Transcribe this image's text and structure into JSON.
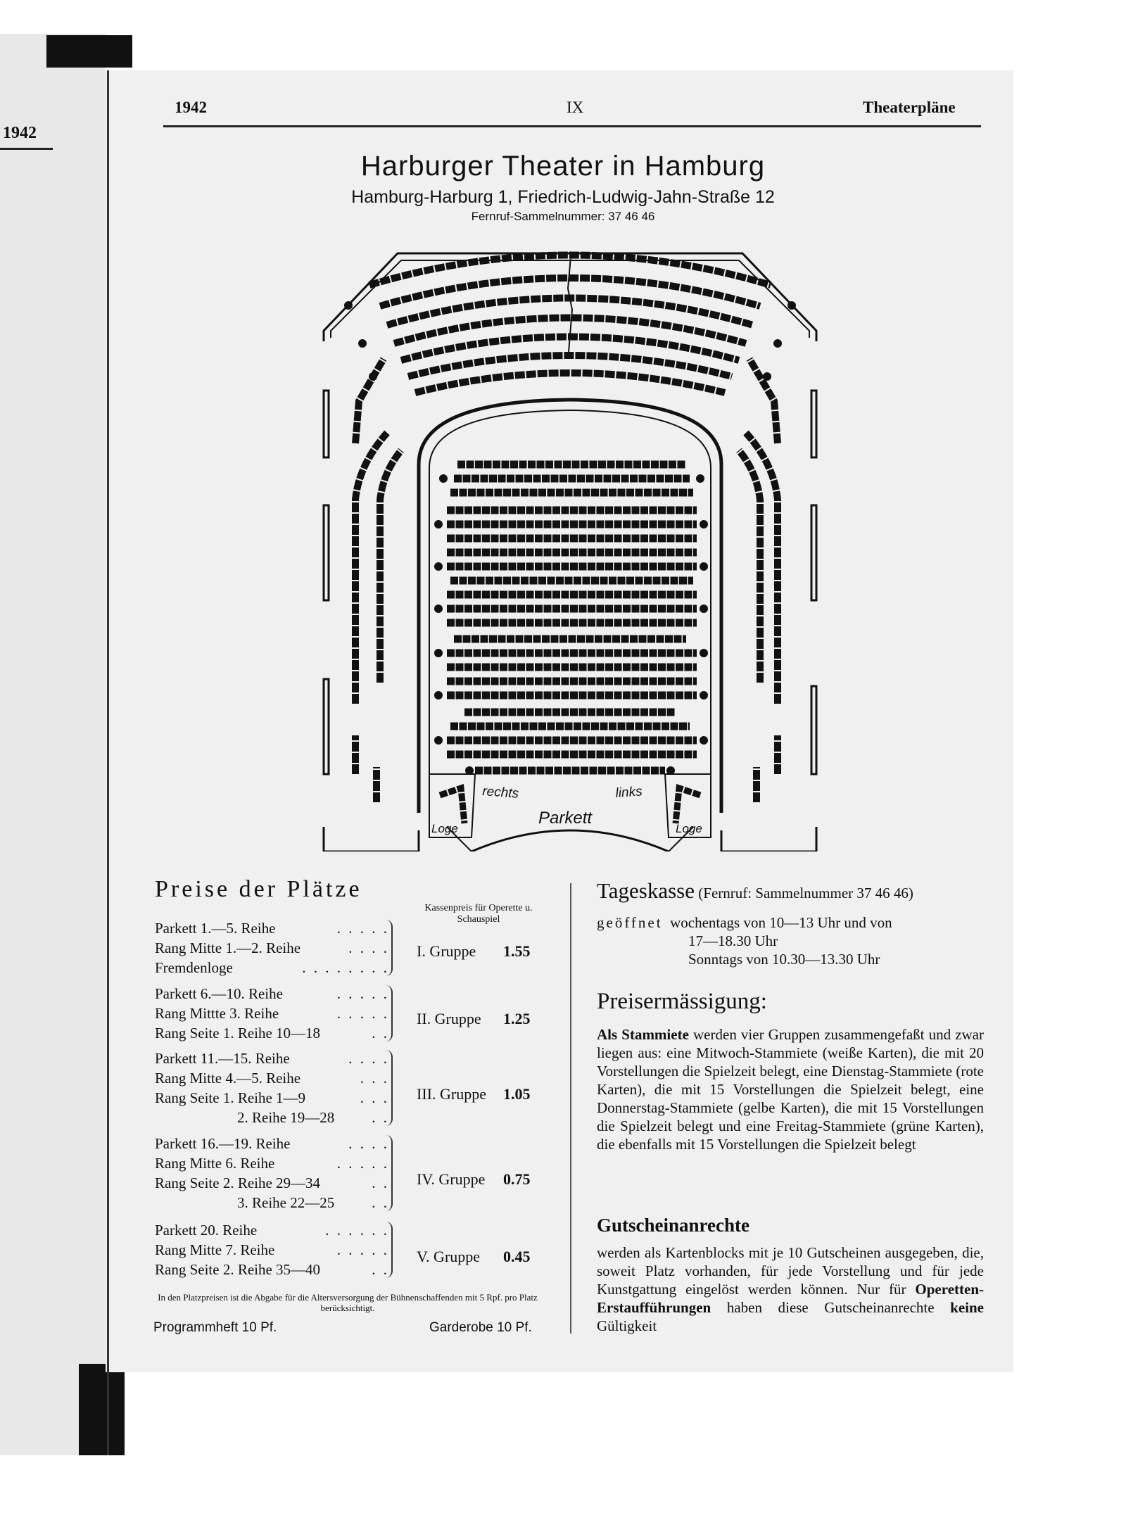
{
  "page": {
    "left_year": "1942",
    "year": "1942",
    "page_number": "IX",
    "section": "Theaterpläne"
  },
  "theater": {
    "name": "Harburger Theater in Hamburg",
    "address": "Hamburg-Harburg 1, Friedrich-Ludwig-Jahn-Straße 12",
    "phone": "Fernruf-Sammelnummer: 37 46 46"
  },
  "plan": {
    "label_rechts": "rechts",
    "label_links": "links",
    "label_parkett": "Parkett",
    "label_loge": "Loge"
  },
  "prices": {
    "title": "Preise der Plätze",
    "kasse_header": "Kassenpreis für Operette u. Schauspiel",
    "groups": [
      {
        "lines": [
          "Parkett 1.—5. Reihe",
          "Rang Mitte 1.—2. Reihe",
          "Fremdenloge"
        ],
        "group": "I. Gruppe",
        "price": "1.55"
      },
      {
        "lines": [
          "Parkett 6.—10. Reihe",
          "Rang Mittte 3. Reihe",
          "Rang Seite 1. Reihe 10—18"
        ],
        "group": "II. Gruppe",
        "price": "1.25"
      },
      {
        "lines": [
          "Parkett 11.—15. Reihe",
          "Rang Mitte 4.—5. Reihe",
          "Rang Seite 1. Reihe 1—9",
          "2. Reihe 19—28"
        ],
        "group": "III. Gruppe",
        "price": "1.05"
      },
      {
        "lines": [
          "Parkett 16.—19. Reihe",
          "Rang Mitte 6. Reihe",
          "Rang Seite 2. Reihe 29—34",
          "3. Reihe 22—25"
        ],
        "group": "IV. Gruppe",
        "price": "0.75"
      },
      {
        "lines": [
          "Parkett 20. Reihe",
          "Rang Mitte 7. Reihe",
          "Rang Seite 2. Reihe 35—40"
        ],
        "group": "V. Gruppe",
        "price": "0.45"
      }
    ],
    "note": "In den Platzpreisen ist die Abgabe für die Altersversorgung der Bühnenschaffenden mit 5 Rpf. pro Platz berücksichtigt.",
    "programm": "Programmheft 10 Pf.",
    "garderobe": "Garderobe 10 Pf."
  },
  "tageskasse": {
    "title": "Tageskasse",
    "fernruf": "(Fernruf: Sammelnummer 37 46 46)",
    "label": "geöffnet",
    "line1": "wochentags von 10—13 Uhr und von",
    "line2": "17—18.30 Uhr",
    "line3": "Sonntags von 10.30—13.30 Uhr"
  },
  "preisermaessigung": {
    "title": "Preisermässigung:",
    "lead": "Als Stammiete",
    "text": "werden vier Gruppen zusammengefaßt und zwar liegen aus: eine Mitwoch-Stammiete (weiße Karten), die mit 20 Vorstellungen die Spielzeit belegt, eine Dienstag-Stammiete (rote Karten), die mit 15 Vorstellungen die Spielzeit belegt, eine Donnerstag-Stammiete (gelbe Karten), die mit 15 Vorstellungen die Spielzeit belegt und eine Freitag-Stammiete (grüne Karten), die ebenfalls mit 15 Vorstellungen die Spielzeit belegt"
  },
  "gutschein": {
    "title": "Gutscheinanrechte",
    "text1": "werden als Kartenblocks mit je 10 Gutscheinen ausgegeben, die, soweit Platz vorhanden, für jede Vorstellung und für jede Kunstgattung eingelöst werden können. Nur für",
    "bold1": "Operetten-Erstaufführungen",
    "text2": "haben diese Gutscheinanrechte",
    "bold2": "keine",
    "text3": "Gültigkeit"
  }
}
